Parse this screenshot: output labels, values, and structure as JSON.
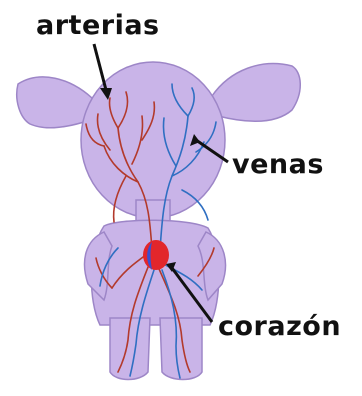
{
  "labels": {
    "arterias": "arterias",
    "venas": "venas",
    "corazon": "corazón"
  },
  "colors": {
    "body": "#c9b4e8",
    "arteries": "#b33a2c",
    "veins": "#2f6fc2",
    "heart_red": "#e2262b",
    "heart_blue": "#3a4fd0",
    "outline": "#9d86c7",
    "label_text": "#111111"
  }
}
